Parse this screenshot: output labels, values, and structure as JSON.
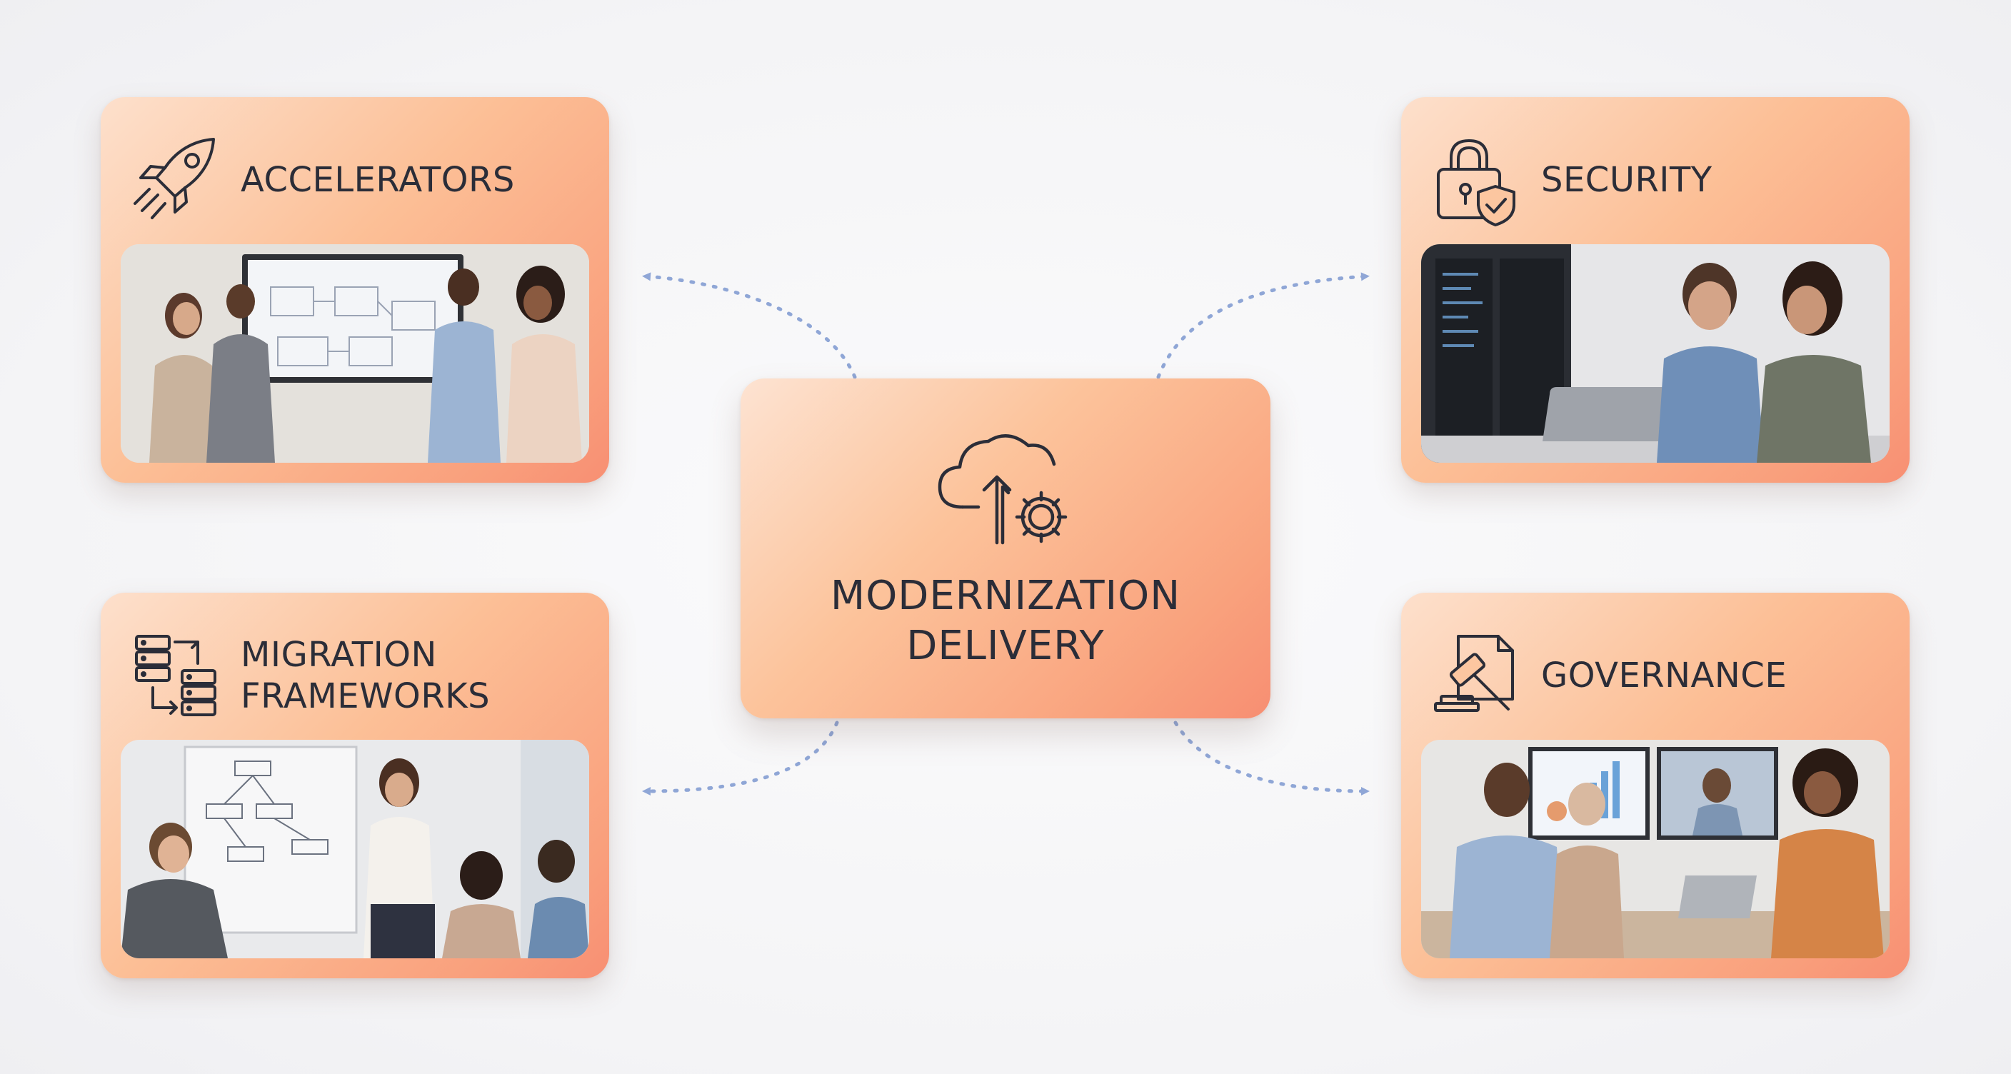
{
  "center": {
    "title": "MODERNIZATION\nDELIVERY",
    "icon": "cloud-upload-gear-icon"
  },
  "cards": {
    "accelerators": {
      "title": "ACCELERATORS",
      "icon": "rocket-icon"
    },
    "security": {
      "title": "SECURITY",
      "icon": "lock-shield-icon"
    },
    "migration": {
      "title": "MIGRATION\nFRAMEWORKS",
      "icon": "server-migration-icon"
    },
    "governance": {
      "title": "GOVERNANCE",
      "icon": "gavel-document-icon"
    }
  },
  "colors": {
    "card_gradient_start": "#fde0cc",
    "card_gradient_end": "#f88f73",
    "connector": "#8fa6d6",
    "text": "#2b2d38"
  }
}
